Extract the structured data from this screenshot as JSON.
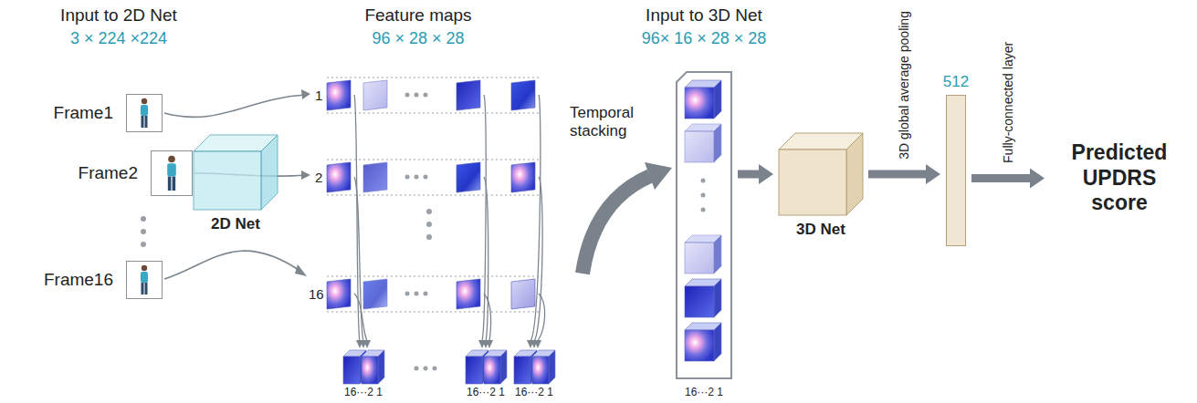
{
  "diagram": {
    "nodes": [
      {
        "text": [
          "Frame1"
        ]
      },
      {
        "text": [
          "Frame2"
        ]
      },
      {
        "text": [
          "Frame16"
        ]
      },
      {
        "text": [
          "2D Net"
        ]
      },
      {
        "text": [
          "Input to 3D Net",
          "96× 16 × 28 × 28"
        ]
      },
      {
        "text": [
          "3D Net"
        ]
      },
      {
        "text": [
          "512"
        ]
      },
      {
        "text": [
          "Predicted UPDRS score"
        ]
      }
    ],
    "edges": [
      {
        "from": 4,
        "to": 5,
        "arrow": "to"
      },
      {
        "from": 5,
        "to": 6,
        "label": "3D global average pooling",
        "arrow": "to"
      },
      {
        "from": 6,
        "to": 7,
        "label": "Fully-connected layer",
        "arrow": "to"
      }
    ],
    "labels": [
      "Input to 2D Net",
      "3 × 224 ×224",
      "Feature maps",
      "96 × 28 × 28",
      "1",
      "2",
      "16",
      "Temporal stacking",
      "16···2 1",
      "16···2 1",
      "16···2 1",
      "16···2 1"
    ]
  }
}
